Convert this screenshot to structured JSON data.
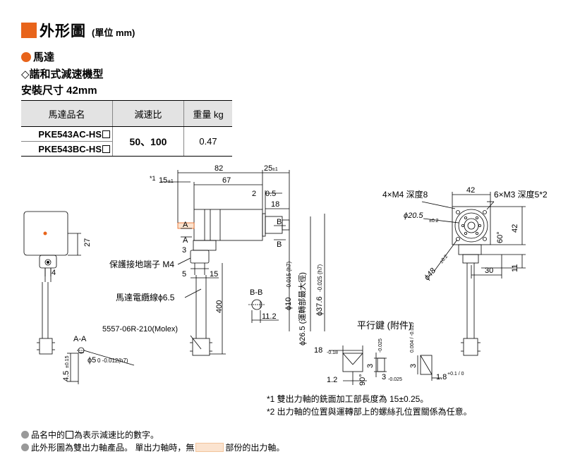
{
  "heading": {
    "title": "外形圖",
    "unit": "(單位 mm)"
  },
  "section": {
    "motor": "馬達",
    "type": "◇諧和式減速機型",
    "frame": "安裝尺寸 42mm"
  },
  "table": {
    "headers": [
      "馬達品名",
      "減速比",
      "重量 kg"
    ],
    "models": [
      "PKE543AC-HS",
      "PKE543BC-HS"
    ],
    "ratio": "50、100",
    "weight": "0.47"
  },
  "labels": {
    "d82": "82",
    "d25": "25",
    "d25_tol": "±1",
    "star1": "*1",
    "d15": "15",
    "d15_tol": "±1",
    "d67": "67",
    "d2": "2",
    "d05": "0.5",
    "d18": "18",
    "b": "B",
    "a": "A",
    "d3": "3",
    "terminal": "保護接地端子 M4",
    "d5": "5",
    "d15b": "15",
    "d27": "27",
    "d4": "4",
    "cable": "馬達電纜線ϕ6.5",
    "d400": "400",
    "connector": "5557-06R-210(Molex)",
    "aa": "A-A",
    "phi5": "ϕ5",
    "phi5_tol": "0  -0.012(h7)",
    "d45": "4.5",
    "d45_tol": "±0.15",
    "bb": "B-B",
    "d112": "11.2",
    "phi10": "ϕ10",
    "phi10_tol": "-0.015 (h7)",
    "phi265": "ϕ26.5 (運轉部最大徑)",
    "phi376": "ϕ37.6",
    "phi376_tol": "-0.025 (h7)",
    "holes4": "4×M4 深度8",
    "d42t": "42",
    "holes6": "6×M3 深度5*2",
    "phi205": "ϕ20.5",
    "phi205_tol": "±0.2",
    "phi48": "ϕ48",
    "phi48_tol": "±0.2",
    "d60": "60°",
    "d42r": "42",
    "d30": "30",
    "d11": "11",
    "key_title": "平行鍵 (附件)",
    "k18": "18",
    "k18_tol": "-0.18",
    "k3a": "3",
    "k3a_tol": "-0.025",
    "k3b": "3",
    "k3b_tol": "-0.025",
    "k3c": "3",
    "k3c_tol": "0.004 / -0.029",
    "k12": "1.2",
    "k90": "90°",
    "k18b": "1.8",
    "k18b_tol": "+0.1 / 0"
  },
  "notes": [
    "*1  雙出力軸的銑面加工部長度為 15±0.25。",
    "*2  出力軸的位置與運轉部上的螺絲孔位置關係為任意。"
  ],
  "footer": {
    "line1_a": "品名中的",
    "line1_b": "為表示減速比的數字。",
    "line2_a": "此外形圖為雙出力軸產品。 單出力軸時，無",
    "line2_b": "部份的出力軸。"
  },
  "colors": {
    "accent": "#e8641b",
    "header_bg": "#e3e3e3",
    "shaft_highlight": "#fbe3cf"
  }
}
